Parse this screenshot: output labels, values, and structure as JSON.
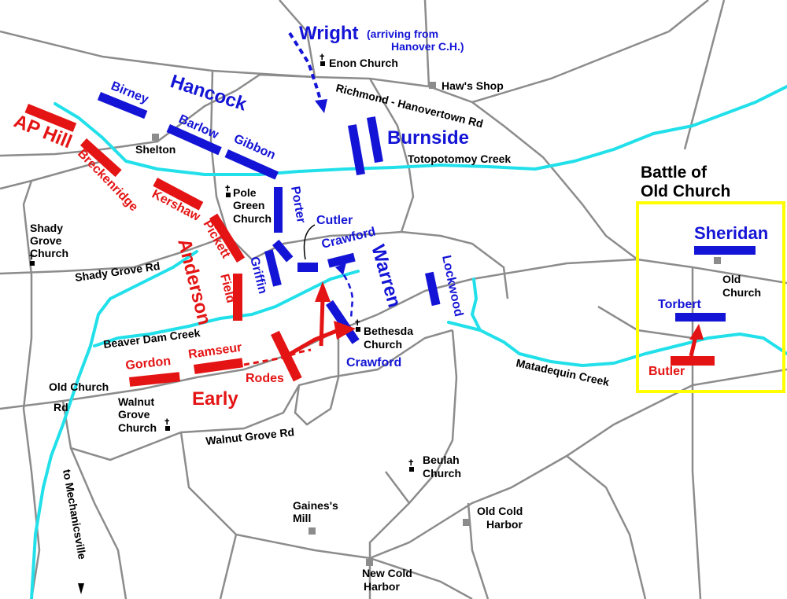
{
  "title": "Battle of Old Church",
  "colors": {
    "union": "#1414d6",
    "confederate": "#e41414",
    "creek": "#22e0ea",
    "road": "#8c8c8c",
    "highlight_box": "#ffff00"
  },
  "places": {
    "enon_church": "Enon Church",
    "haws_shop": "Haw's Shop",
    "shelton": "Shelton",
    "pole_green_1": "Pole",
    "pole_green_2": "Green",
    "pole_green_3": "Church",
    "shady_grove_1": "Shady",
    "shady_grove_2": "Grove",
    "shady_grove_3": "Church",
    "bethesda_1": "Bethesda",
    "bethesda_2": "Church",
    "walnut_grove_1": "Walnut",
    "walnut_grove_2": "Grove",
    "walnut_grove_3": "Church",
    "beulah_1": "Beulah",
    "beulah_2": "Church",
    "gaines_1": "Gaines's",
    "gaines_2": "Mill",
    "old_cold_harbor_1": "Old Cold",
    "old_cold_harbor_2": "Harbor",
    "new_cold_harbor_1": "New Cold",
    "new_cold_harbor_2": "Harbor",
    "old_church_1": "Old",
    "old_church_2": "Church"
  },
  "roads": {
    "richmond_hanovertown": "Richmond - Hanovertown Rd",
    "shady_grove_rd": "Shady Grove Rd",
    "old_church_rd_1": "Old Church",
    "old_church_rd_2": "Rd",
    "walnut_grove_rd": "Walnut Grove Rd",
    "to_mechanicsville": "to Mechanicsville"
  },
  "creeks": {
    "totopotomoy": "Totopotomoy Creek",
    "beaver_dam": "Beaver Dam Creek",
    "matadequin": "Matadequin Creek"
  },
  "union_units": {
    "wright": "Wright",
    "wright_note_1": "(arriving from",
    "wright_note_2": "Hanover C.H.)",
    "hancock": "Hancock",
    "birney": "Birney",
    "barlow": "Barlow",
    "gibbon": "Gibbon",
    "burnside": "Burnside",
    "porter": "Porter",
    "cutler": "Cutler",
    "crawford_top": "Crawford",
    "warren": "Warren",
    "griffin": "Griffin",
    "crawford_bottom": "Crawford",
    "lockwood": "Lockwood",
    "sheridan": "Sheridan",
    "torbert": "Torbert"
  },
  "confederate_units": {
    "ap_hill": "AP Hill",
    "breckenridge": "Breckenridge",
    "kershaw": "Kershaw",
    "pickett": "Pickett",
    "anderson": "Anderson",
    "field": "Field",
    "gordon": "Gordon",
    "ramseur": "Ramseur",
    "rodes": "Rodes",
    "early": "Early",
    "butler": "Butler"
  },
  "inset": {
    "title_1": "Battle of",
    "title_2": "Old Church"
  }
}
